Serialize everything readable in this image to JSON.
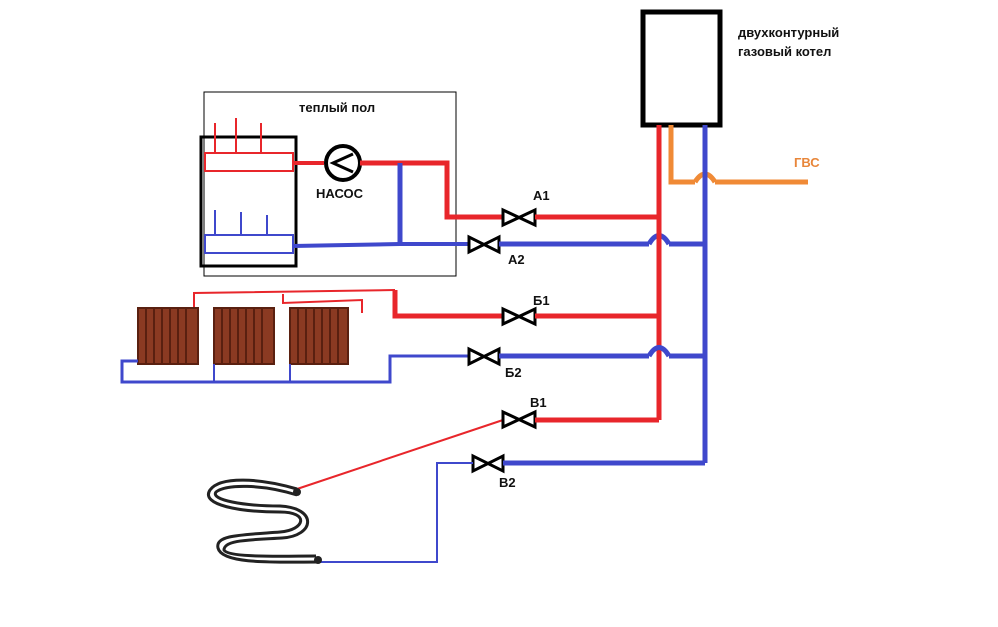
{
  "labels": {
    "boiler_line1": "двухконтурный",
    "boiler_line2": "газовый котел",
    "floor_heating": "теплый пол",
    "pump": "НАСОС",
    "hot_water": "ГВС",
    "valve_a1": "А1",
    "valve_a2": "А2",
    "valve_b1": "Б1",
    "valve_b2": "Б2",
    "valve_v1": "В1",
    "valve_v2": "В2"
  },
  "colors": {
    "supply": "#e8262b",
    "return": "#3f48cc",
    "hot_water": "#f08a36",
    "radiator": "#8b3a22",
    "outline": "#000000"
  }
}
